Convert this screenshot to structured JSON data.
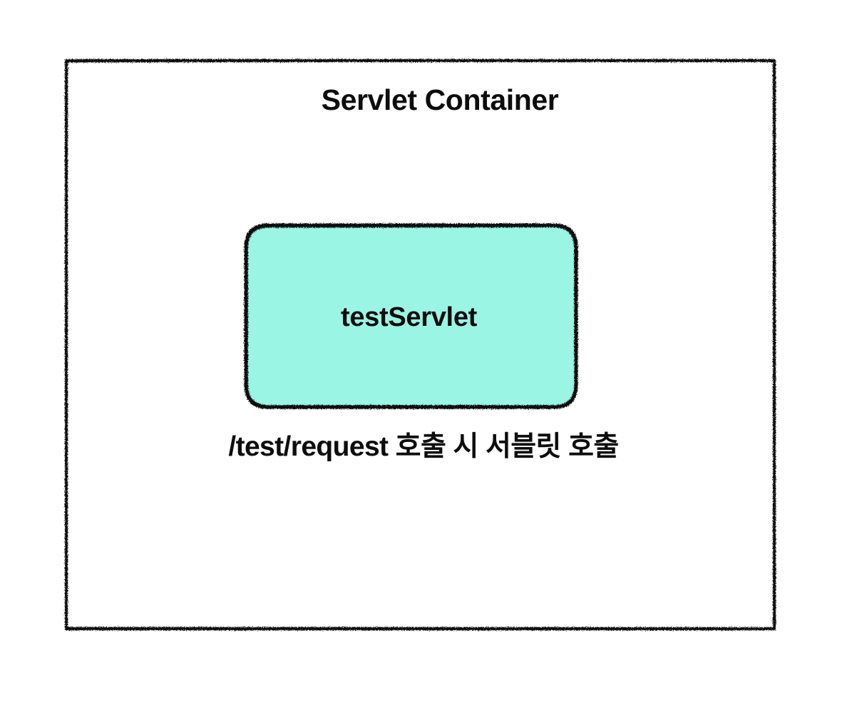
{
  "diagram": {
    "background_color": "#ffffff",
    "stroke_color": "#111111",
    "container": {
      "title": "Servlet Container",
      "shape": "rough-rectangle",
      "fill": "none"
    },
    "servlet_node": {
      "label": "testServlet",
      "shape": "rough-rounded-rectangle",
      "fill_color": "#9BF5E4"
    },
    "caption": {
      "text": "/test/request 호출 시 서블릿 호출"
    }
  }
}
